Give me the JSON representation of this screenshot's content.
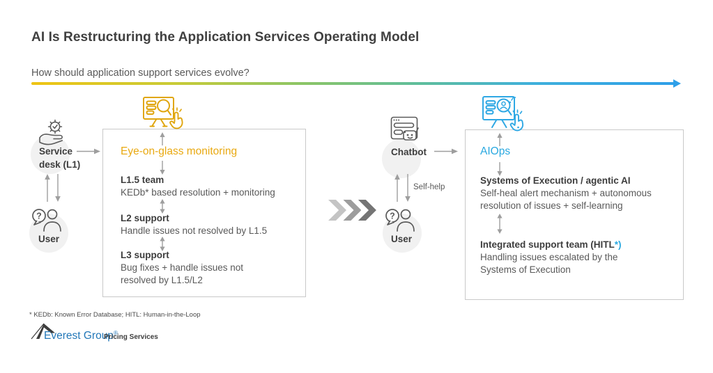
{
  "header": {
    "title": "AI Is Restructuring the Application Services Operating Model",
    "question": "How should application support services evolve?"
  },
  "colors": {
    "accent_yellow": "#E9A911",
    "accent_blue": "#29A8E0",
    "heading_text": "#3D3D3D",
    "body_text": "#595959",
    "box_border": "#C9C9C9",
    "arrow_gray": "#9E9E9E",
    "logo_blue": "#2277B8"
  },
  "icons": {
    "left_source": "gear-hand-icon",
    "left_monitoring": "monitor-magnifier-hand-icon",
    "user": "user-question-icon",
    "chatbot": "chatbot-window-icon",
    "aiops": "monitor-agent-hand-icon",
    "transition": "chevron-flow-icon"
  },
  "left_flow": {
    "source_label": "Service desk (L1)",
    "user_label": "User",
    "box": {
      "title": "Eye-on-glass monitoring",
      "items": [
        {
          "heading": "L1.5 team",
          "body": "KEDb* based resolution + monitoring"
        },
        {
          "heading": "L2 support",
          "body": "Handle issues not resolved by L1.5"
        },
        {
          "heading": "L3 support",
          "body": "Bug fixes + handle issues not resolved by L1.5/L2"
        }
      ]
    }
  },
  "right_flow": {
    "source_label": "Chatbot",
    "self_help_label": "Self-help",
    "user_label": "User",
    "box": {
      "title": "AIOps",
      "items": [
        {
          "heading": "Systems of Execution / agentic AI",
          "body": "Self-heal alert mechanism + autonomous resolution of issues + self-learning"
        },
        {
          "heading_main": "Integrated support team (HITL",
          "heading_accent": "*)",
          "body": "Handling issues escalated by the Systems of Execution"
        }
      ]
    }
  },
  "footnote": "* KEDb: Known Error Database; HITL: Human-in-the-Loop",
  "logo": {
    "brand": "Everest Group",
    "registered": "®",
    "suffix": "Pricing Services"
  }
}
